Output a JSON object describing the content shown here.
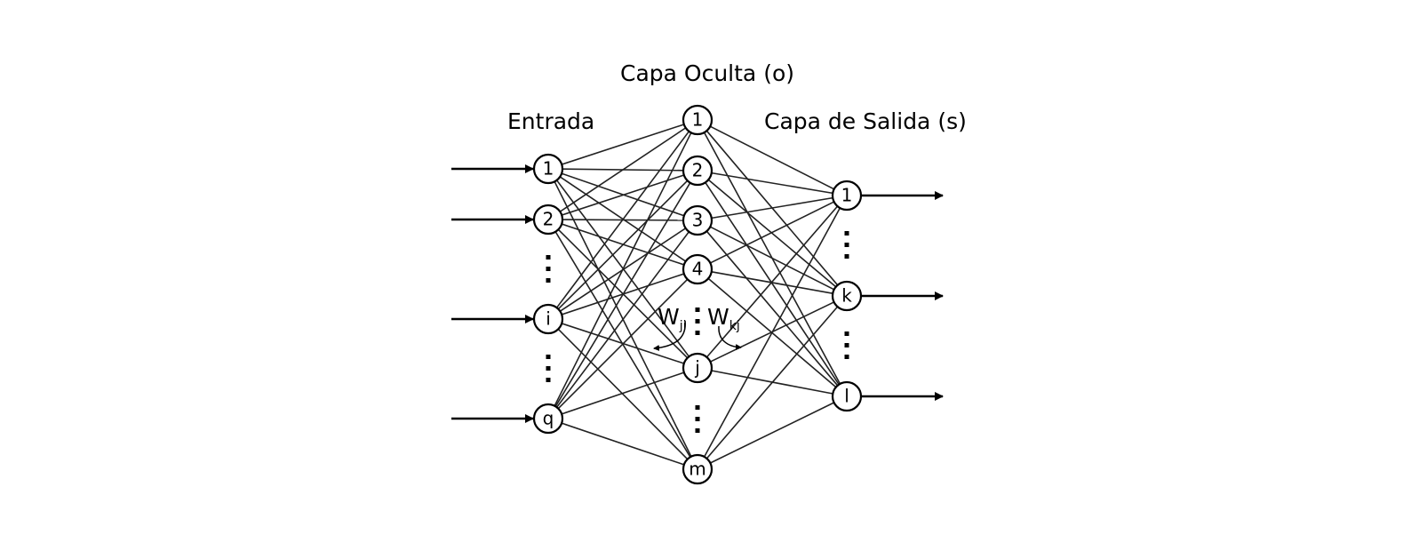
{
  "titles": {
    "input": "Entrada",
    "hidden": "Capa Oculta (o)",
    "output": "Capa de Salida (s)"
  },
  "layers": {
    "input": [
      "1",
      "2",
      "i",
      "q"
    ],
    "hidden": [
      "1",
      "2",
      "3",
      "4",
      "j",
      "m"
    ],
    "output": [
      "1",
      "k",
      "l"
    ]
  },
  "weights": {
    "ji": {
      "base": "W",
      "sub": "ji"
    },
    "kj": {
      "base": "W",
      "sub": "kj"
    }
  }
}
